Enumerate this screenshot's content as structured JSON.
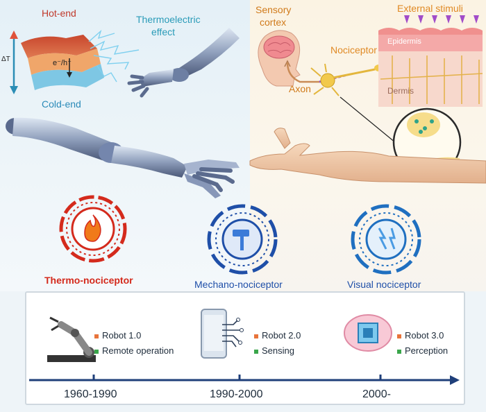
{
  "thermoelectric": {
    "hot_end": "Hot-end",
    "cold_end": "Cold-end",
    "delta_t": "ΔT",
    "carriers": "e⁻/h⁺",
    "effect_line1": "Thermoelectric",
    "effect_line2": "effect"
  },
  "biology": {
    "sensory_line1": "Sensory",
    "sensory_line2": "cortex",
    "external_stimuli": "External stimuli",
    "epidermis": "Epidermis",
    "nociceptor": "Nociceptor",
    "axon": "Axon",
    "dermis": "Dermis"
  },
  "nociceptors": [
    {
      "label": "Thermo-nociceptor",
      "icon": "flame-icon",
      "color": "#d42a1c"
    },
    {
      "label": "Mechano-nociceptor",
      "icon": "hammer-icon",
      "color": "#1f4fa8"
    },
    {
      "label": "Visual nociceptor",
      "icon": "lightning-icon",
      "color": "#1f6fc0"
    }
  ],
  "timeline": {
    "stages": [
      {
        "title": "Robot 1.0",
        "subtitle": "Remote operation",
        "period": "1960-1990",
        "icon": "robot-arm-icon"
      },
      {
        "title": "Robot 2.0",
        "subtitle": "Sensing",
        "period": "1990-2000",
        "icon": "smartphone-chip-icon"
      },
      {
        "title": "Robot 3.0",
        "subtitle": "Perception",
        "period": "2000-",
        "icon": "brain-chip-icon"
      }
    ],
    "title_bullet_color": "#e8743b",
    "subtitle_bullet_color": "#3aa64b"
  }
}
